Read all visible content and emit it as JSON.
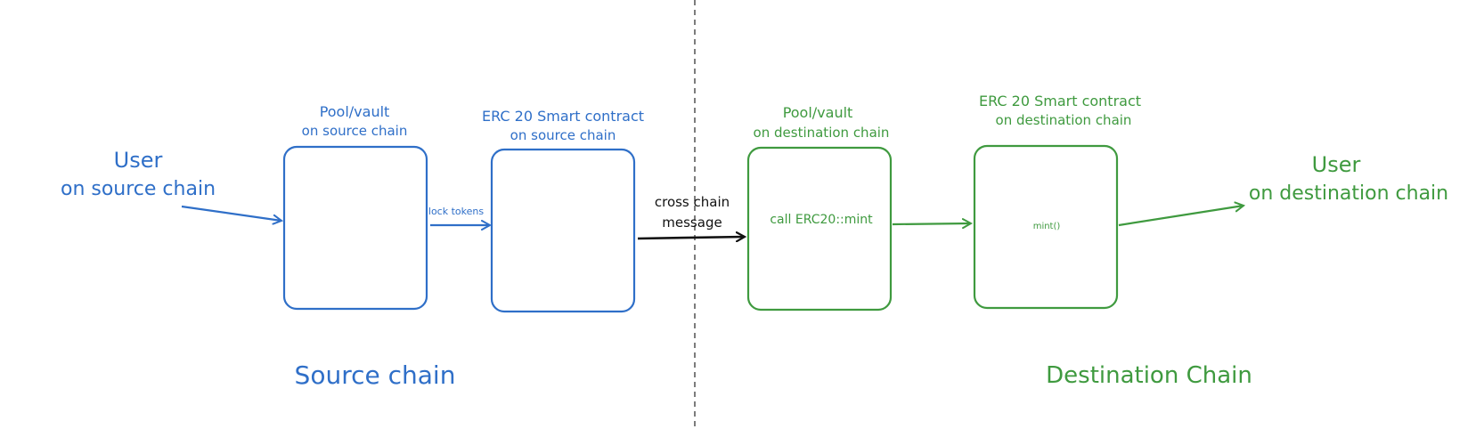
{
  "colors": {
    "source": "#2f6fc8",
    "destination": "#3f9a3f",
    "message": "#111111",
    "divider": "#444444",
    "background": "#ffffff"
  },
  "source": {
    "user_line1": "User",
    "user_line2": "on source chain",
    "pool_line1": "Pool/vault",
    "pool_line2": "on source chain",
    "erc20_line1": "ERC 20 Smart contract",
    "erc20_line2": "on source chain",
    "lock_label": "lock tokens",
    "chain_title": "Source chain"
  },
  "bridge": {
    "message_line1": "cross chain",
    "message_line2": "message"
  },
  "destination": {
    "pool_line1": "Pool/vault",
    "pool_line2": "on destination chain",
    "pool_inner": "call ERC20::mint",
    "erc20_line1": "ERC 20 Smart contract",
    "erc20_line2": "on destination chain",
    "erc20_inner": "mint()",
    "user_line1": "User",
    "user_line2": "on destination chain",
    "chain_title": "Destination Chain"
  }
}
